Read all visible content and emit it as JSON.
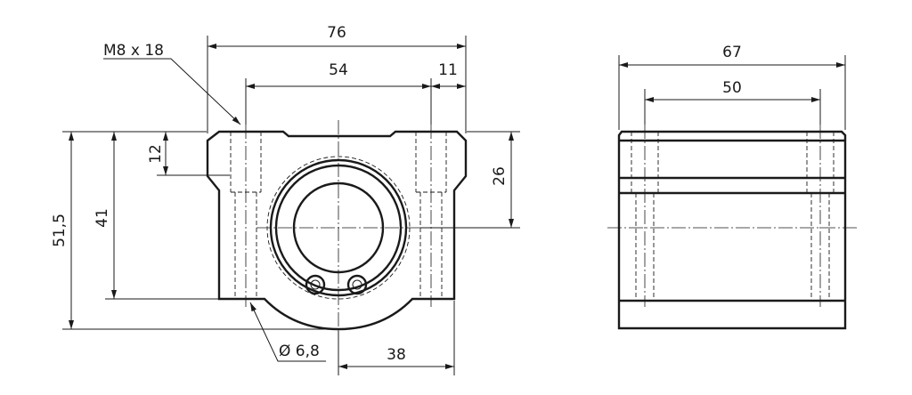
{
  "front_view": {
    "thread_label": "M8 x 18",
    "width_total": "76",
    "hole_spacing": "54",
    "edge_offset": "11",
    "thread_depth": "12",
    "total_height": "51,5",
    "mount_height": "41",
    "center_height": "26",
    "hole_diameter": "Ø 6,8",
    "center_to_edge": "38"
  },
  "side_view": {
    "length_total": "67",
    "hole_spacing": "50"
  }
}
